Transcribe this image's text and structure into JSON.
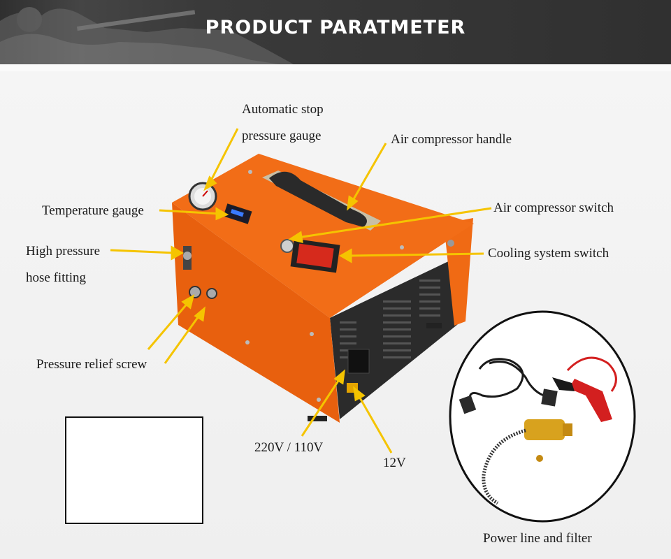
{
  "header": {
    "title": "PRODUCT PARATMETER"
  },
  "labels": {
    "auto_stop_gauge": "Automatic stop\npressure gauge",
    "handle": "Air compressor handle",
    "temperature_gauge": "Temperature gauge",
    "compressor_switch": "Air compressor switch",
    "high_pressure_fitting": "High pressure\nhose fitting",
    "cooling_switch": "Cooling system switch",
    "relief_screw": "Pressure relief screw",
    "voltage_ac": "220V / 110V",
    "voltage_dc": "12V",
    "power_line_filter": "Power line and filter"
  },
  "colors": {
    "arrow": "#f5c400",
    "body_orange": "#f06a14",
    "panel_dark": "#2a2a2a",
    "brass": "#d8a21e",
    "switch_red": "#d62a1c",
    "clip_red": "#d31f1f"
  }
}
